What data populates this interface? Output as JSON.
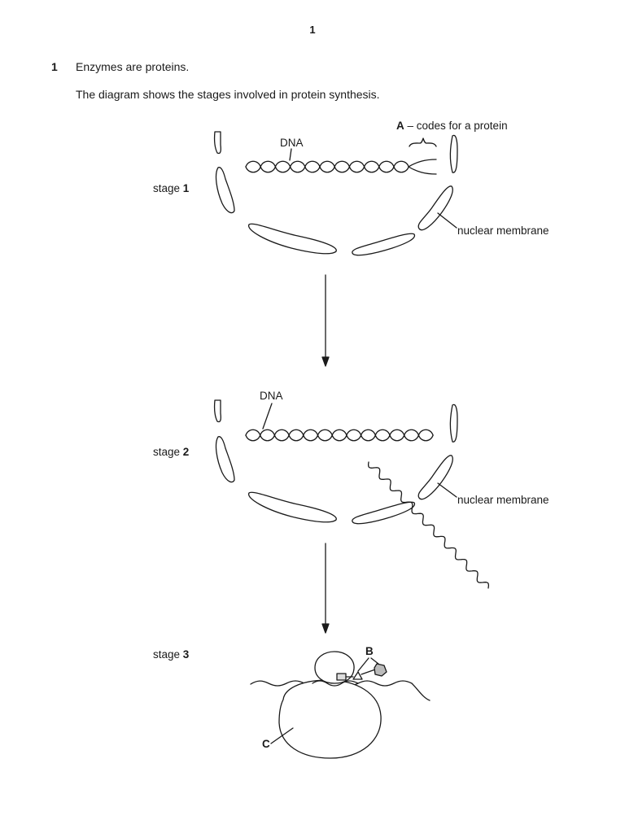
{
  "header": {
    "page_number": "1"
  },
  "question": {
    "number": "1",
    "stem": "Enzymes are proteins.",
    "intro": "The diagram shows the stages involved in protein synthesis."
  },
  "diagram": {
    "stage_word": "stage",
    "stage1": {
      "num": "1",
      "dna_label": "DNA",
      "a_letter": "A",
      "a_text": " – codes for a protein",
      "membrane_label": "nuclear membrane"
    },
    "stage2": {
      "num": "2",
      "dna_label": "DNA",
      "membrane_label": "nuclear membrane"
    },
    "stage3": {
      "num": "3",
      "label_b": "B",
      "label_c": "C"
    }
  }
}
